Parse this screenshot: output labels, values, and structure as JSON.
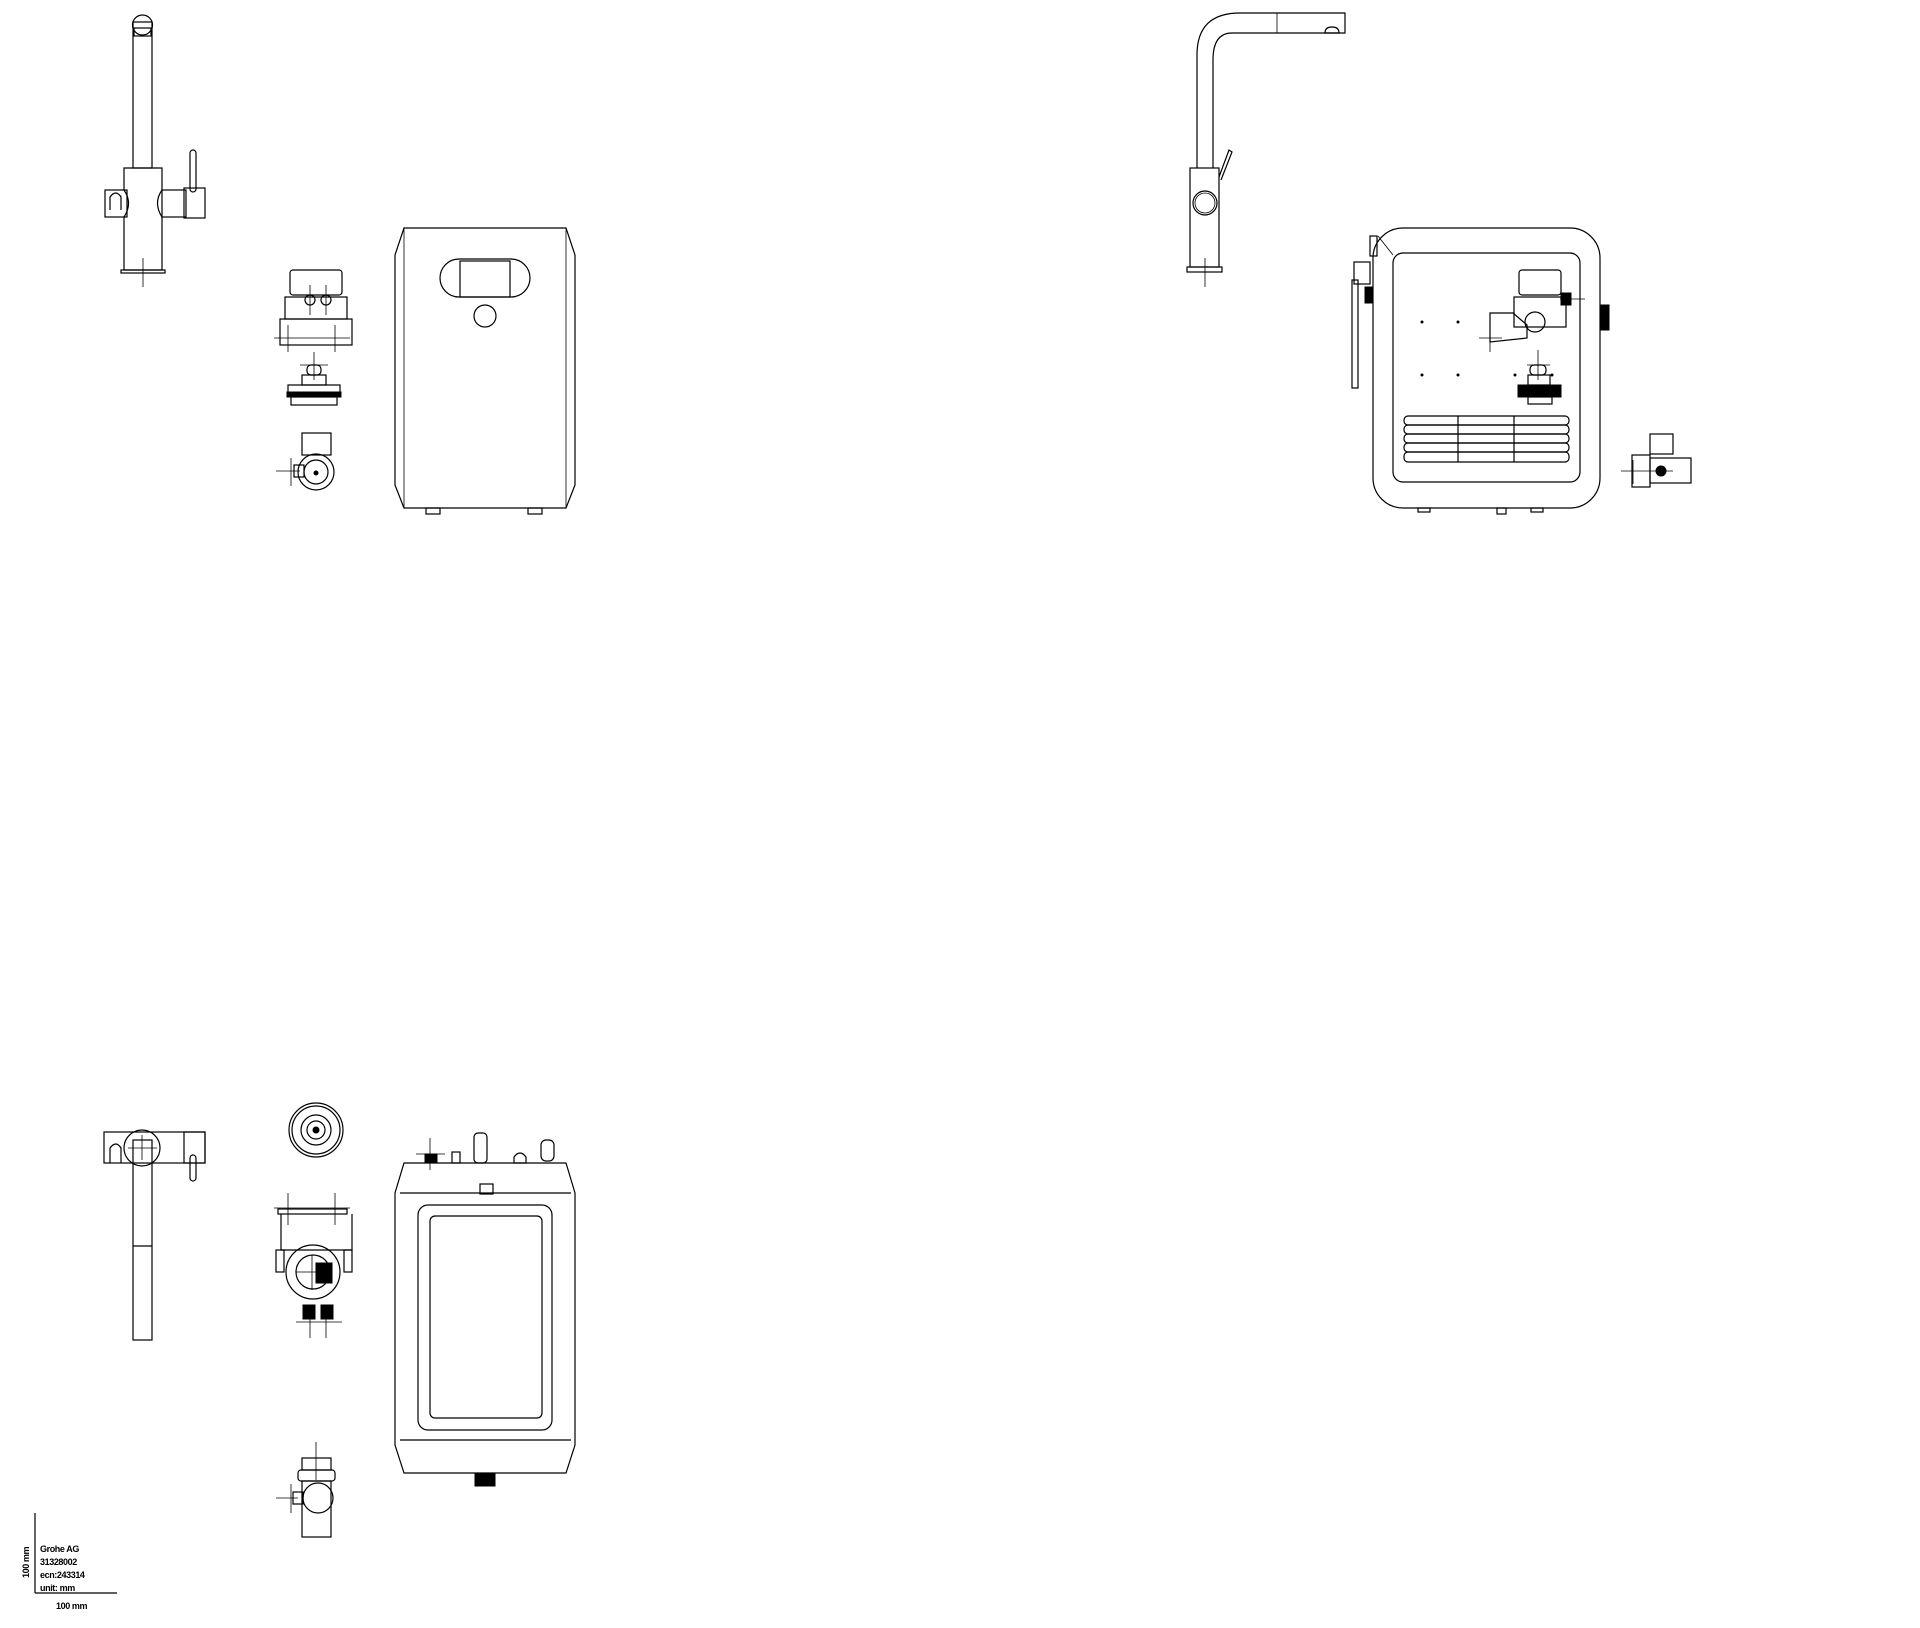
{
  "title_block": {
    "company": "Grohe AG",
    "article_number": "31328002",
    "ecn": "ecn:243314",
    "unit": "unit: mm",
    "scale_vertical": "100 mm",
    "scale_horizontal": "100 mm"
  },
  "colors": {
    "line": "#000000",
    "background": "#ffffff"
  }
}
